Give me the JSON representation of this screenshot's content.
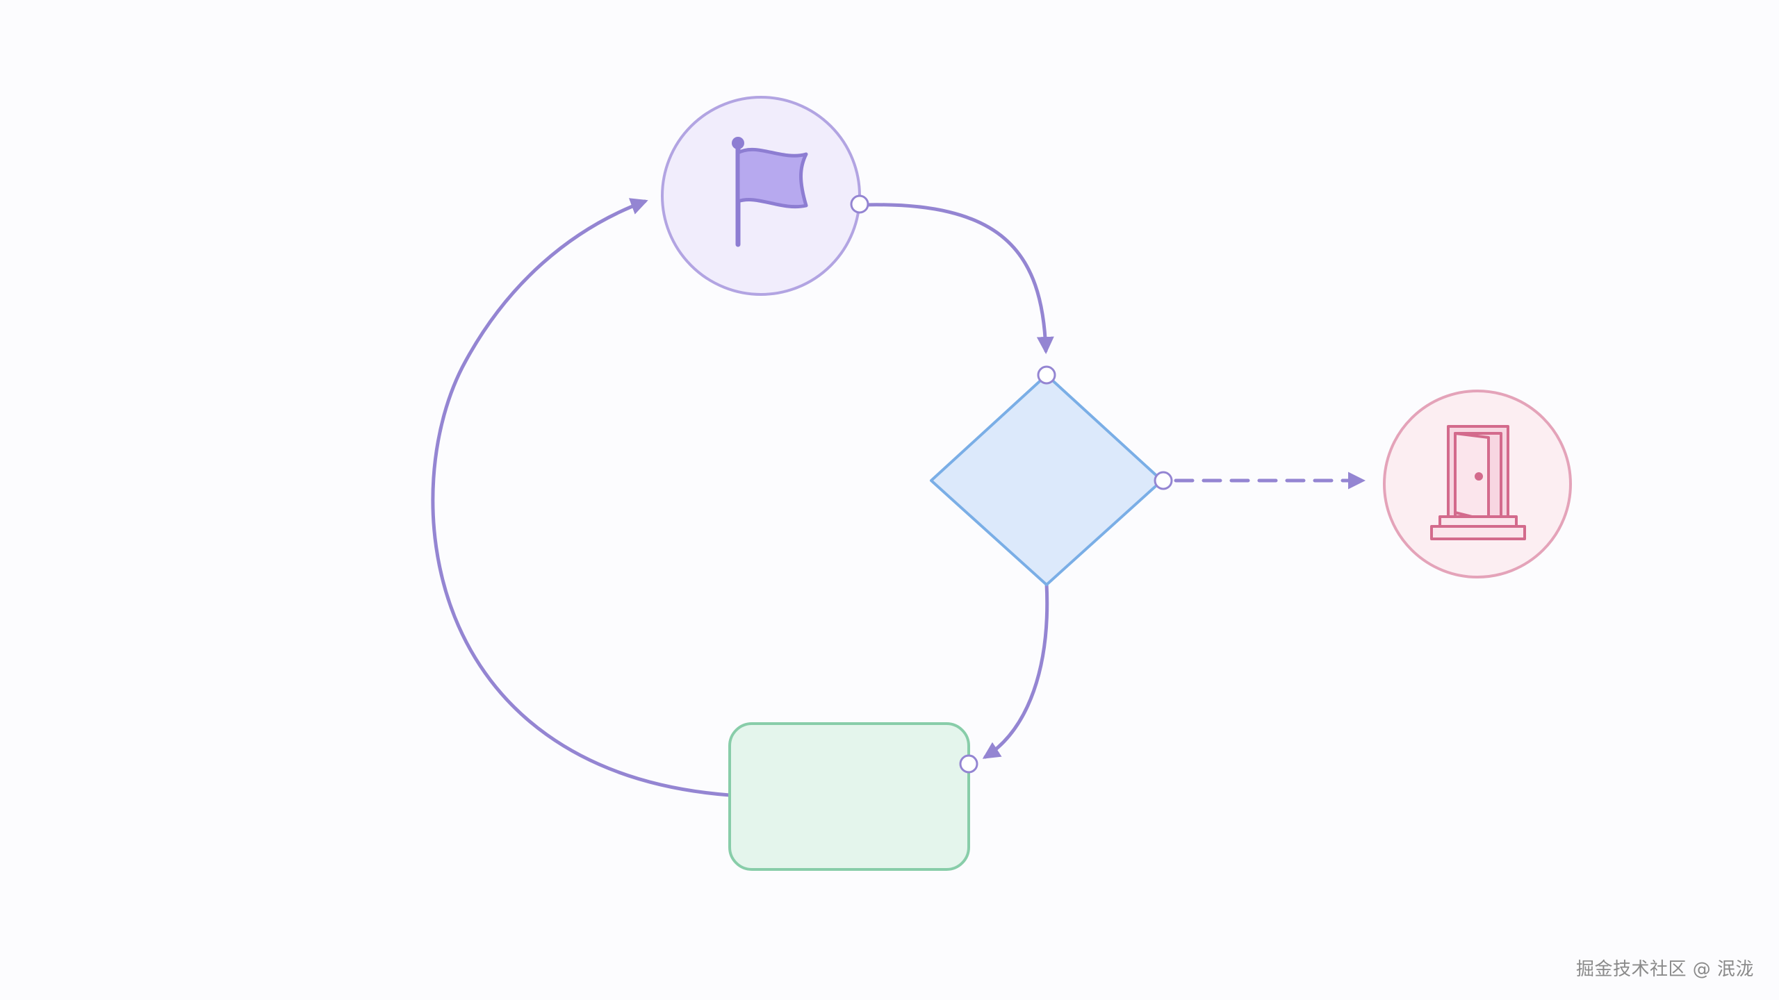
{
  "diagram": {
    "kind": "flowchart-loop",
    "nodes": [
      {
        "id": "start",
        "shape": "circle",
        "icon": "flag-icon",
        "fill": "#f1edfc",
        "stroke": "#b2a4e2"
      },
      {
        "id": "decision",
        "shape": "diamond",
        "icon": "",
        "fill": "#dce9fb",
        "stroke": "#7aaee6"
      },
      {
        "id": "process",
        "shape": "rounded-rectangle",
        "icon": "",
        "fill": "#e4f5ec",
        "stroke": "#88cda9"
      },
      {
        "id": "exit",
        "shape": "circle",
        "icon": "open-door-icon",
        "fill": "#fceef2",
        "stroke": "#e4a3b9"
      }
    ],
    "edges": [
      {
        "from": "start",
        "to": "decision",
        "style": "solid"
      },
      {
        "from": "decision",
        "to": "exit",
        "style": "dashed"
      },
      {
        "from": "decision",
        "to": "process",
        "style": "solid"
      },
      {
        "from": "process",
        "to": "start",
        "style": "solid"
      }
    ],
    "colors": {
      "edge": "#9485d2",
      "flag_fill": "#b7a9ef",
      "flag_stroke": "#8d7dd2",
      "door": "#d36a8c",
      "connector_fill": "#ffffff"
    }
  },
  "watermark": {
    "text": "掘金技术社区 @ 泯泷"
  }
}
